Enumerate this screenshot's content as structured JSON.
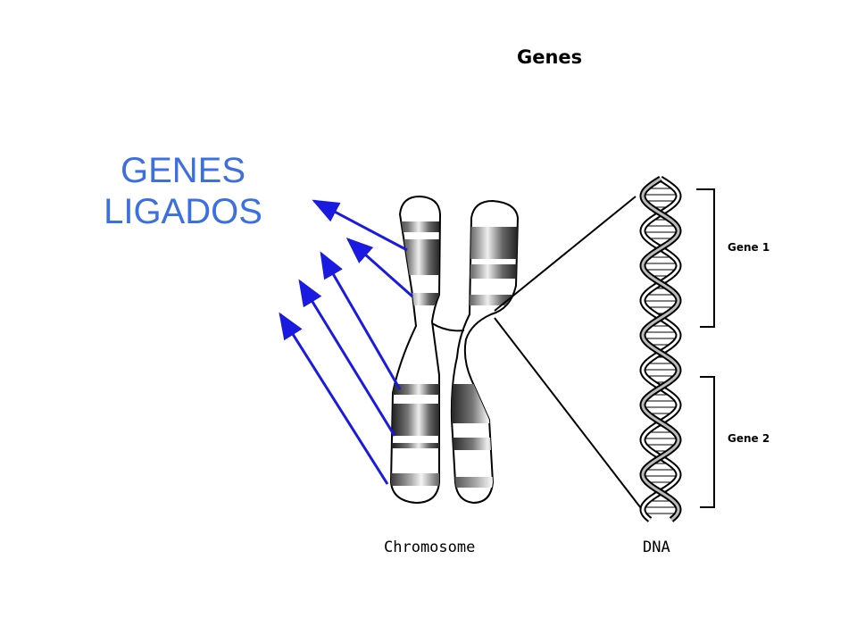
{
  "figure": {
    "title": "Genes",
    "overlay_label_lines": [
      "GENES",
      "LIGADOS"
    ],
    "gene_labels": [
      "Gene 1",
      "Gene 2"
    ],
    "captions": {
      "chromosome": "Chromosome",
      "dna": "DNA"
    },
    "colors": {
      "overlay_text": "#3c6fe0",
      "arrows": "#1a1ae0"
    }
  }
}
